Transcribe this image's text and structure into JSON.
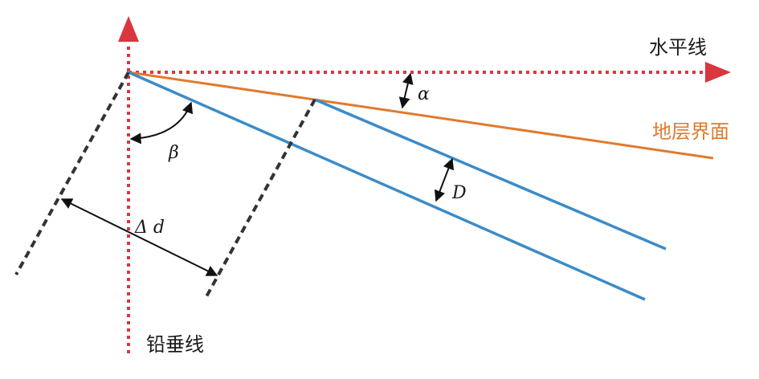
{
  "labels": {
    "horizontal_line": "水平线",
    "vertical_line": "铅垂线",
    "stratum_interface": "地层界面",
    "alpha": "α",
    "beta": "β",
    "thickness": "D",
    "delta_d": "Δ d"
  },
  "colors": {
    "axis": "#d9363e",
    "interface": "#e07a2e",
    "layer": "#3b8bc8",
    "dashed": "#333333",
    "arrow": "#111111"
  }
}
